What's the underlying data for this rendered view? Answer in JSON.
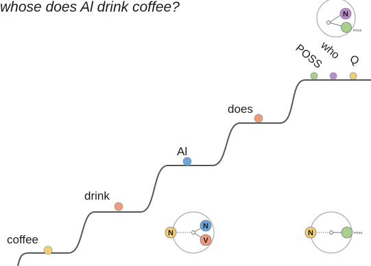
{
  "title": "whose does Al drink coffee?",
  "words": {
    "coffee": "coffee",
    "drink": "drink",
    "al": "Al",
    "does": "does",
    "poss": "POSS",
    "who": "who",
    "q": "Q"
  },
  "glyphs": {
    "top_right": {
      "node_top": "N",
      "small_label": "POSS"
    },
    "bottom_mid": {
      "node_left": "N",
      "node_top": "N",
      "node_bottom": "V"
    },
    "bottom_right": {
      "node_left": "N",
      "small_label": "POSS"
    }
  },
  "colors": {
    "stair_line": "#555555",
    "yellow": "#f2cf72",
    "salmon": "#ee9a7d",
    "blue": "#6aa6dc",
    "green": "#a8d08d",
    "purple": "#b98ccd"
  }
}
